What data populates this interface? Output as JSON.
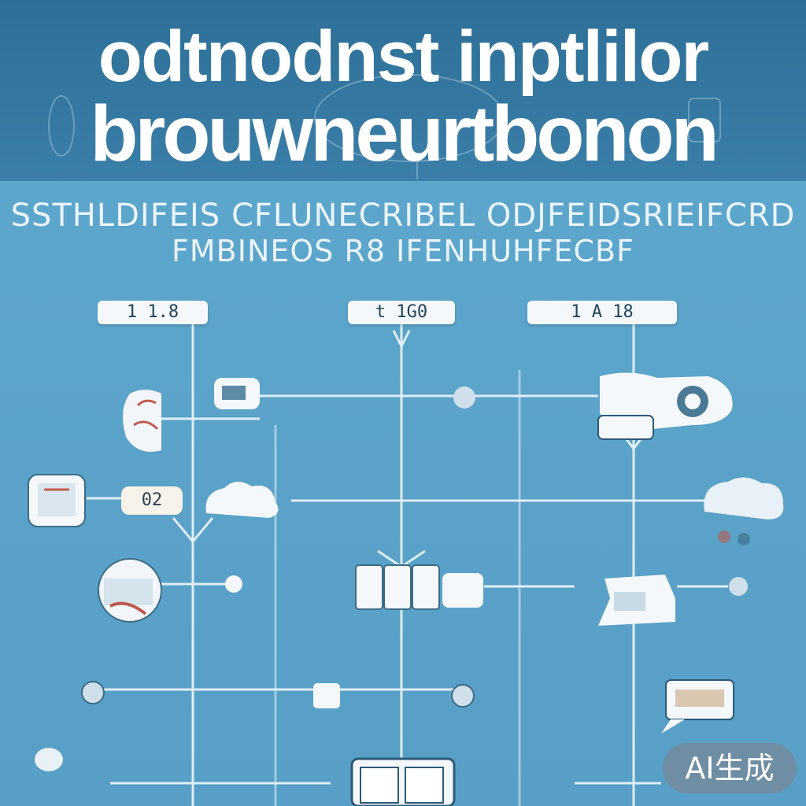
{
  "header": {
    "title_line1": "odtnodnst inptlilor",
    "title_line2": "brouwneurtbonon"
  },
  "subtitle": {
    "line1": "SSTHLDIFEIS CFLUNECRIBEL ODJFEIDSRIEIFCRD",
    "line2": "FMBINEOS R8 IFENHUHFECBF"
  },
  "chips": {
    "left": "1 1.8",
    "center": "t 1G0",
    "right": "1 A 18"
  },
  "badge_left": "02",
  "generated_badge": "AI生成",
  "colors": {
    "background": "#5aa3c9",
    "header": "#2d6f97",
    "line": "#dfeef7",
    "node_fill": "#f4f8fb",
    "accent_red": "#c0594c"
  },
  "icons": [
    "head-silhouette-icon",
    "pc-monitor-icon",
    "robot-head-icon",
    "document-server-icon",
    "brain-icon",
    "cloud-icon",
    "gear-node-icon",
    "chat-bubble-icon",
    "database-rack-icon",
    "terminal-window-icon"
  ]
}
